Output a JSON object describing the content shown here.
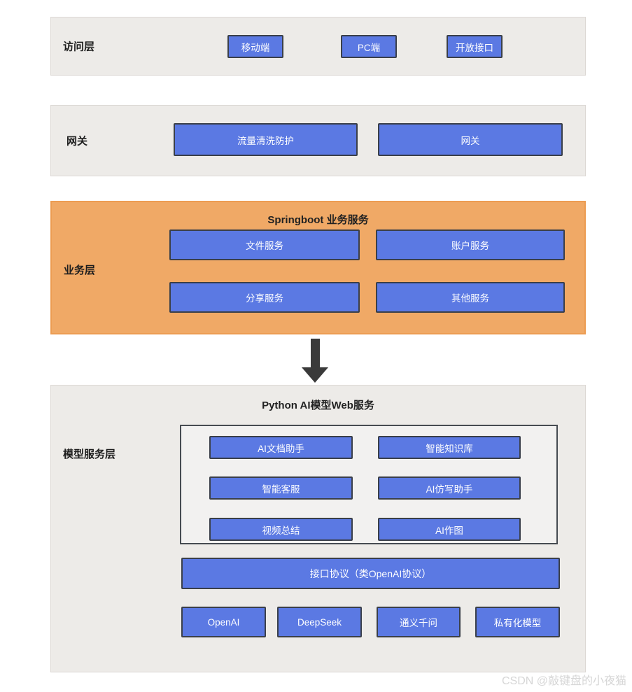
{
  "colors": {
    "node_blue": "#5B79E3",
    "node_border": "#3A3F49",
    "panel_gray": "#EDEBE8",
    "business_orange": "#F0A966",
    "arrow": "#3A3A3A"
  },
  "layers": {
    "access": {
      "label": "访问层",
      "buttons": [
        "移动端",
        "PC端",
        "开放接口"
      ]
    },
    "gateway": {
      "label": "网关",
      "buttons": [
        "流量清洗防护",
        "网关"
      ]
    },
    "business": {
      "label": "业务层",
      "title": "Springboot 业务服务",
      "buttons": [
        "文件服务",
        "账户服务",
        "分享服务",
        "其他服务"
      ]
    },
    "model": {
      "label": "模型服务层",
      "title": "Python AI模型Web服务",
      "apps": [
        "AI文档助手",
        "智能知识库",
        "智能客服",
        "AI仿写助手",
        "视频总结",
        "AI作图"
      ],
      "protocol": "接口协议（类OpenAI协议）",
      "providers": [
        "OpenAI",
        "DeepSeek",
        "通义千问",
        "私有化模型"
      ]
    }
  },
  "watermark": {
    "text": "CSDN @敲键盘的小夜猫"
  }
}
